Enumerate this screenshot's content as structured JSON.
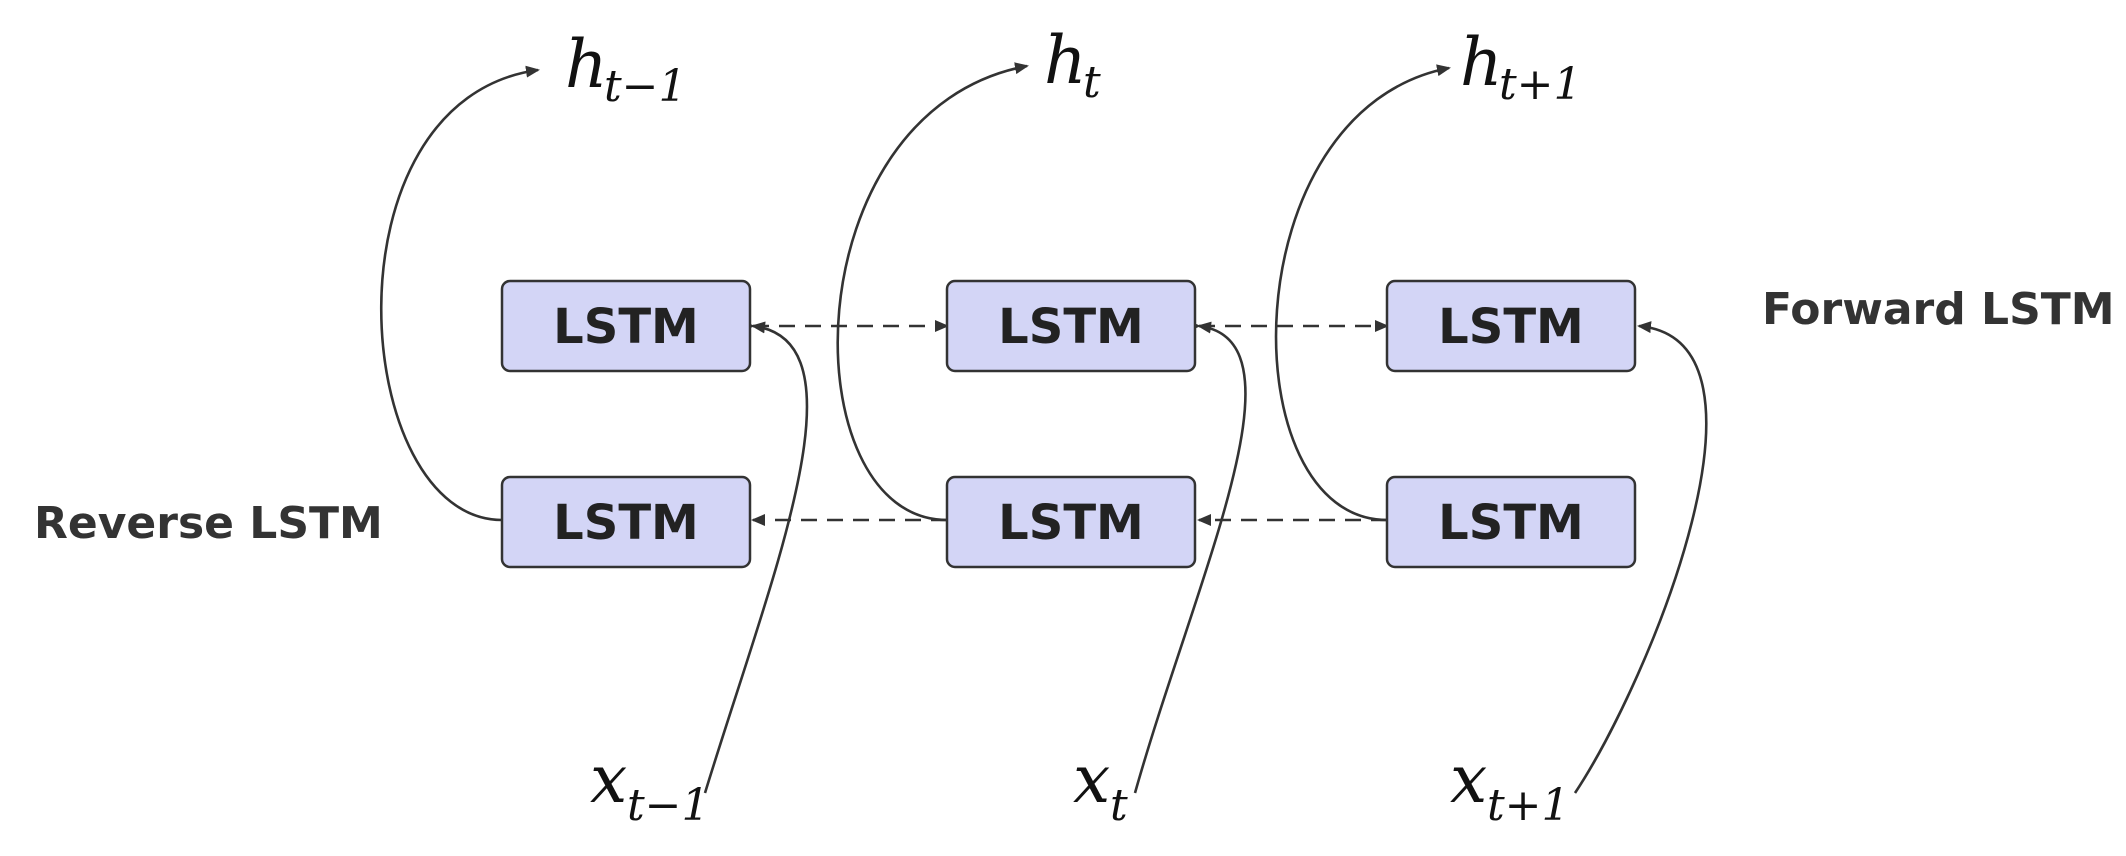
{
  "forward_label": "Forward LSTM",
  "reverse_label": "Reverse LSTM",
  "forward_cells": [
    "LSTM",
    "LSTM",
    "LSTM"
  ],
  "reverse_cells": [
    "LSTM",
    "LSTM",
    "LSTM"
  ],
  "outputs": [
    {
      "base": "h",
      "sub": "t−1"
    },
    {
      "base": "h",
      "sub": "t"
    },
    {
      "base": "h",
      "sub": "t+1"
    }
  ],
  "inputs": [
    {
      "base": "x",
      "sub": "t−1"
    },
    {
      "base": "x",
      "sub": "t"
    },
    {
      "base": "x",
      "sub": "t+1"
    }
  ],
  "colors": {
    "cell_fill": "#d3d5f6",
    "stroke": "#333333"
  }
}
